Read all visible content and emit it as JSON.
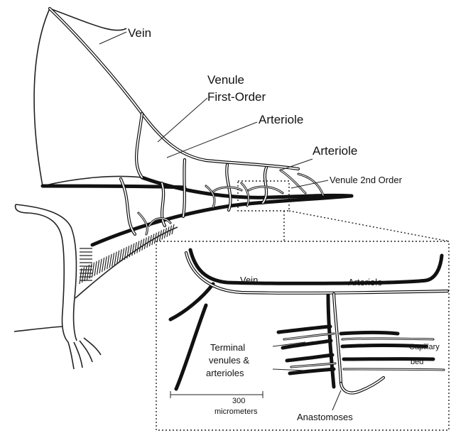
{
  "labels": {
    "vein": "Vein",
    "venule_line1": "Venule",
    "venule_line2": "First-Order",
    "arteriole_first": "Arteriole",
    "arteriole_second": "Arteriole",
    "venule_2nd": "Venule 2nd Order",
    "inset_vein": "Vein",
    "inset_arteriole": "Arteriole",
    "terminal_line1": "Terminal",
    "terminal_line2": "venules &",
    "terminal_line3": "arterioles",
    "capillary_line1": "Capillary",
    "capillary_line2": "bed",
    "scale_value": "300",
    "scale_unit": "micrometers",
    "anastomoses": "Anastomoses"
  }
}
